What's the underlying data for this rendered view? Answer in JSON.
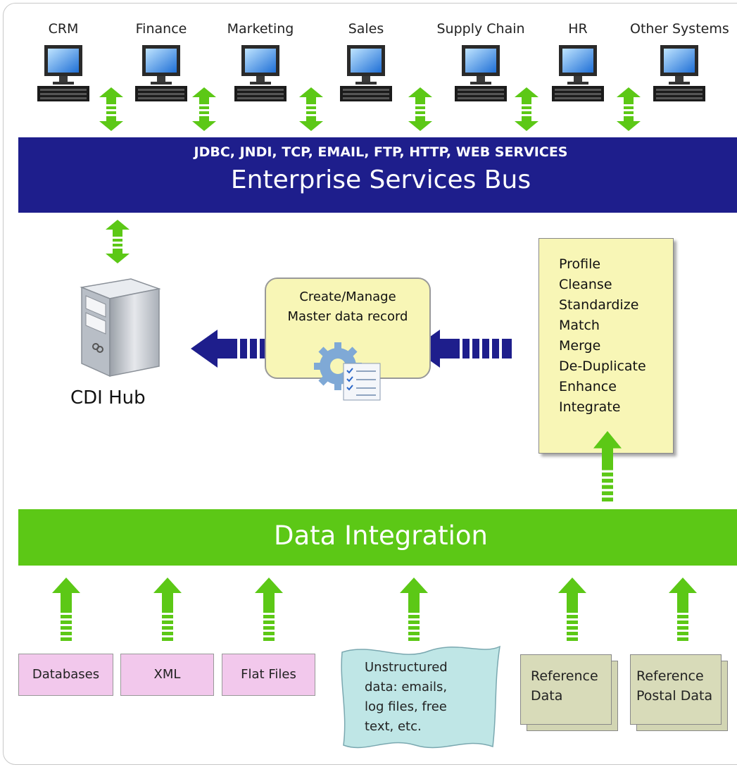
{
  "systems": [
    {
      "label": "CRM"
    },
    {
      "label": "Finance"
    },
    {
      "label": "Marketing"
    },
    {
      "label": "Sales"
    },
    {
      "label": "Supply Chain"
    },
    {
      "label": "HR"
    },
    {
      "label": "Other Systems"
    }
  ],
  "esb": {
    "protocols": "JDBC, JNDI, TCP, EMAIL, FTP, HTTP, WEB SERVICES",
    "title": "Enterprise Services Bus"
  },
  "cdi_hub": {
    "label": "CDI Hub"
  },
  "manage_box": {
    "line1": "Create/Manage",
    "line2": "Master data record"
  },
  "process_steps": [
    "Profile",
    "Cleanse",
    "Standardize",
    "Match",
    "Merge",
    "De-Duplicate",
    "Enhance",
    "Integrate"
  ],
  "data_integration": {
    "title": "Data Integration"
  },
  "sources": {
    "databases": "Databases",
    "xml": "XML",
    "flat_files": "Flat Files",
    "unstructured": [
      "Unstructured",
      "data: emails,",
      "log files, free",
      "text, etc."
    ],
    "reference": [
      "Reference",
      "Data"
    ],
    "postal": [
      "Reference",
      "Postal Data"
    ]
  },
  "colors": {
    "esb_bar": "#1e1e8c",
    "integration_bar": "#5cc816",
    "arrow_green": "#5cc816",
    "arrow_blue": "#1e1e8c",
    "note_yellow": "#f8f6b6",
    "source_pink": "#f2c8ec",
    "unstructured_blue": "#bfe6e6",
    "reference_tan": "#d8dbb9"
  }
}
